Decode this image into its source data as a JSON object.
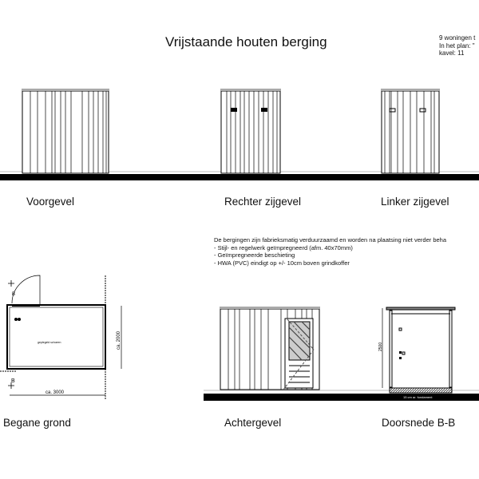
{
  "title": "Vrijstaande houten berging",
  "info": [
    "9 woningen t",
    "In het plan: \"",
    "kavel: 11"
  ],
  "labels": {
    "voorgevel": "Voorgevel",
    "rechter": "Rechter zijgevel",
    "linker": "Linker zijgevel",
    "begane": "Begane grond",
    "achter": "Achtergevel",
    "doorsnede": "Doorsnede B-B"
  },
  "notes": [
    "De bergingen zijn fabrieksmatig verduurzaamd en worden na plaatsing niet verder beha",
    "- Stijl- en regelwerk geïmpregneerd (afm. 40x70mm)",
    "- Geïmpregneerde beschieting",
    "- HWA (PVC) eindigt op +/- 10cm boven grindkoffer"
  ],
  "plan": {
    "room": "geplegeld schoeen",
    "width_dim": "ca. 3000",
    "depth_dim": "ca. 2000",
    "section_mark": "B"
  },
  "section": {
    "height_dim": "2500",
    "base_note": "15 cm ar. fundament"
  }
}
